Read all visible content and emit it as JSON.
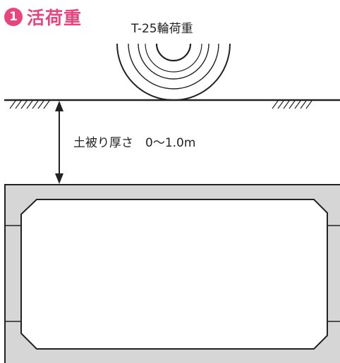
{
  "heading": {
    "number": "1",
    "title": "活荷重"
  },
  "load": {
    "label": "T-25輪荷重"
  },
  "cover": {
    "label": "土被り厚さ　0〜1.0m"
  },
  "colors": {
    "accent": "#e8457f",
    "line": "#222222",
    "concrete": "#d6d6d6"
  }
}
